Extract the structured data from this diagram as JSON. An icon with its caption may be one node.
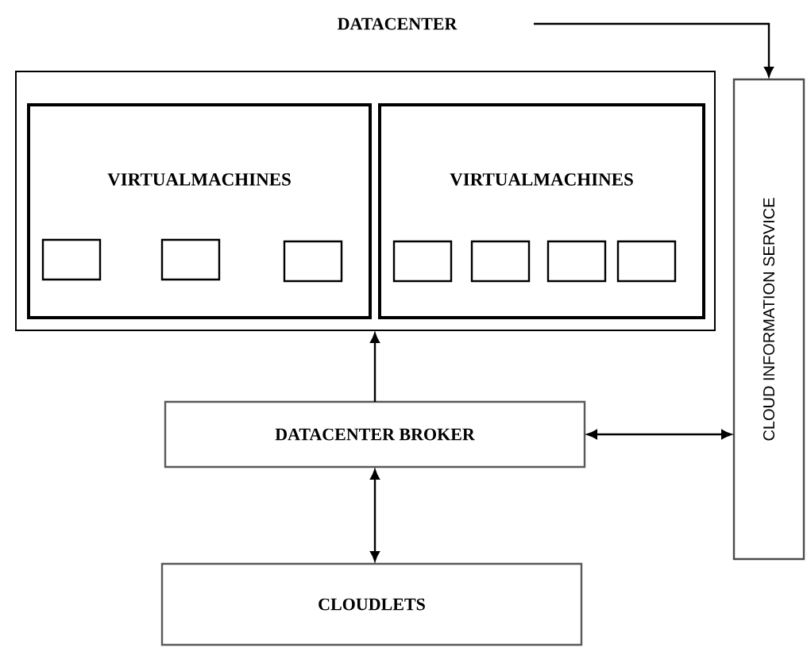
{
  "diagram": {
    "nodes": [
      {
        "text": [
          "DATACENTER"
        ]
      },
      {
        "text": [],
        "shape": "box"
      },
      {
        "text": [
          "VIRTUALMACHINES"
        ],
        "in": 1
      },
      {
        "text": [
          "VIRTUALMACHINES"
        ],
        "in": 1
      },
      {
        "text": [],
        "shape": "box",
        "in": 2
      },
      {
        "text": [],
        "shape": "box",
        "in": 2
      },
      {
        "text": [],
        "shape": "box",
        "in": 2
      },
      {
        "text": [],
        "shape": "box",
        "in": 3
      },
      {
        "text": [],
        "shape": "box",
        "in": 3
      },
      {
        "text": [],
        "shape": "box",
        "in": 3
      },
      {
        "text": [],
        "shape": "box",
        "in": 3
      },
      {
        "text": [
          "CLOUD INFORMATION SERVICE"
        ]
      },
      {
        "text": [
          "DATACENTER BROKER"
        ]
      },
      {
        "text": [
          "CLOUDLETS"
        ]
      }
    ],
    "edges": [
      {
        "from": 0,
        "to": 11,
        "arrow": "to"
      },
      {
        "from": 12,
        "to": 1,
        "arrow": "to"
      },
      {
        "from": 12,
        "to": 11,
        "arrow": "both"
      },
      {
        "from": 12,
        "to": 13,
        "arrow": "both"
      }
    ]
  }
}
